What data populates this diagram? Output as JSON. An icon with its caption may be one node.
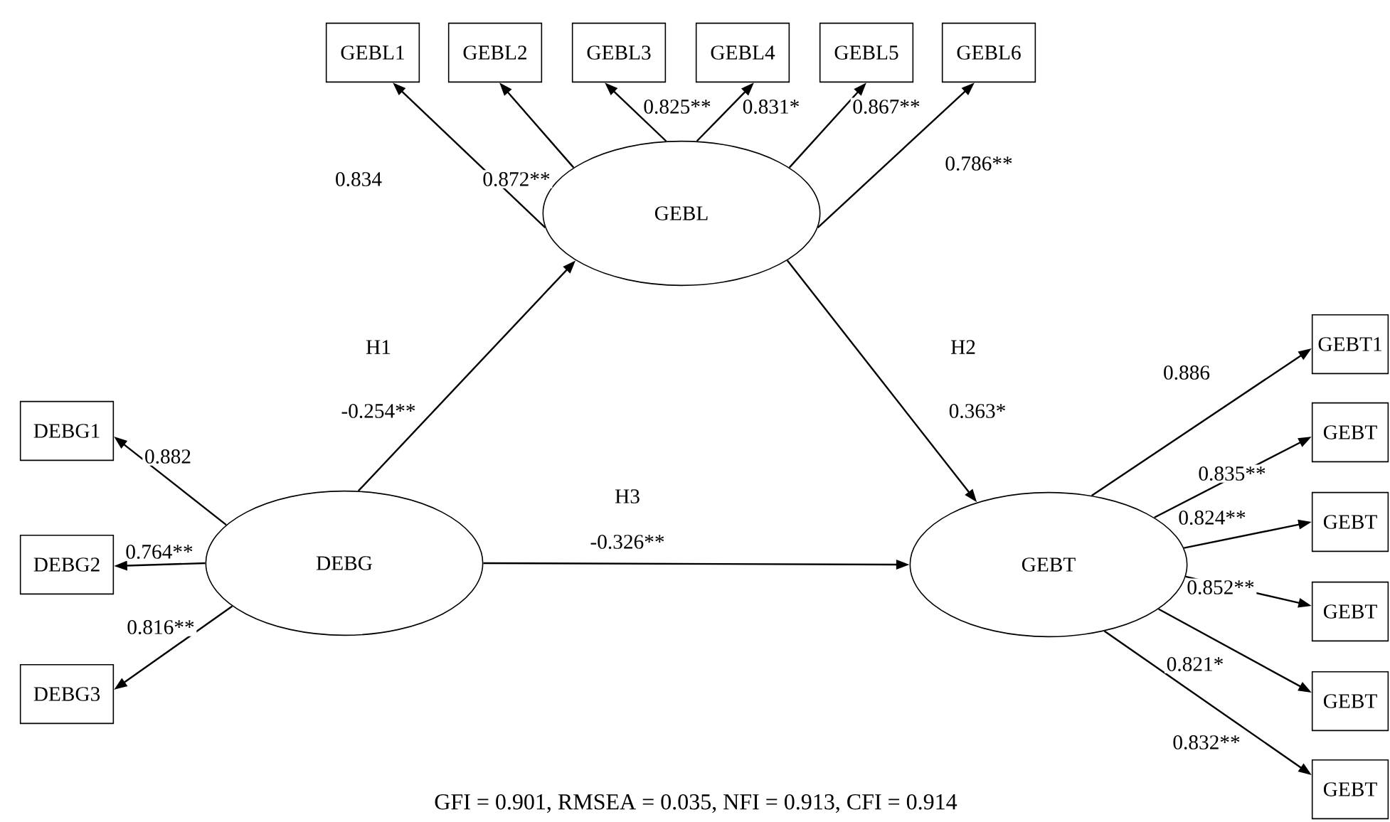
{
  "diagram": {
    "caption": "GFI = 0.901, RMSEA = 0.035, NFI = 0.913, CFI = 0.914",
    "nodes": [
      {
        "text": [
          "GEBL1"
        ]
      },
      {
        "text": [
          "GEBL2"
        ]
      },
      {
        "text": [
          "GEBL3"
        ]
      },
      {
        "text": [
          "GEBL4"
        ]
      },
      {
        "text": [
          "GEBL5"
        ]
      },
      {
        "text": [
          "GEBL6"
        ]
      },
      {
        "text": [
          "GEBL"
        ]
      },
      {
        "text": [
          "DEBG1"
        ]
      },
      {
        "text": [
          "DEBG2"
        ]
      },
      {
        "text": [
          "DEBG3"
        ]
      },
      {
        "text": [
          "DEBG"
        ]
      },
      {
        "text": [
          "GEBT1"
        ]
      },
      {
        "text": [
          "GEBT"
        ]
      },
      {
        "text": [
          "GEBT"
        ]
      },
      {
        "text": [
          "GEBT"
        ]
      },
      {
        "text": [
          "GEBT"
        ]
      },
      {
        "text": [
          "GEBT"
        ]
      },
      {
        "text": [
          "GEBT"
        ]
      }
    ],
    "edges": [
      {
        "from": 6,
        "to": 0,
        "arrow": "to",
        "label": "0.834"
      },
      {
        "from": 6,
        "to": 1,
        "arrow": "to",
        "label": "0.872**"
      },
      {
        "from": 6,
        "to": 2,
        "arrow": "to",
        "label": "0.825**"
      },
      {
        "from": 6,
        "to": 3,
        "arrow": "to",
        "label": "0.831*"
      },
      {
        "from": 6,
        "to": 4,
        "arrow": "to",
        "label": "0.867**"
      },
      {
        "from": 6,
        "to": 5,
        "arrow": "to",
        "label": "0.786**"
      },
      {
        "from": 10,
        "to": 7,
        "arrow": "to",
        "label": "0.882"
      },
      {
        "from": 10,
        "to": 8,
        "arrow": "to",
        "label": "0.764**"
      },
      {
        "from": 10,
        "to": 9,
        "arrow": "to",
        "label": "0.816**"
      },
      {
        "from": 17,
        "to": 11,
        "arrow": "to",
        "label": "0.886"
      },
      {
        "from": 17,
        "to": 12,
        "arrow": "to",
        "label": "0.835**"
      },
      {
        "from": 17,
        "to": 13,
        "arrow": "to",
        "label": "0.824**"
      },
      {
        "from": 17,
        "to": 14,
        "arrow": "to",
        "label": "0.852**"
      },
      {
        "from": 17,
        "to": 15,
        "arrow": "to",
        "label": "0.821*"
      },
      {
        "from": 17,
        "to": 16,
        "arrow": "to",
        "label": "0.832**"
      },
      {
        "from": 10,
        "to": 6,
        "arrow": "to",
        "label": "-0.254**"
      },
      {
        "from": 6,
        "to": 17,
        "arrow": "to",
        "label": "0.363*"
      },
      {
        "from": 10,
        "to": 17,
        "arrow": "to",
        "label": "-0.326**"
      }
    ],
    "labels": [
      "H1",
      "H2",
      "H3"
    ]
  }
}
